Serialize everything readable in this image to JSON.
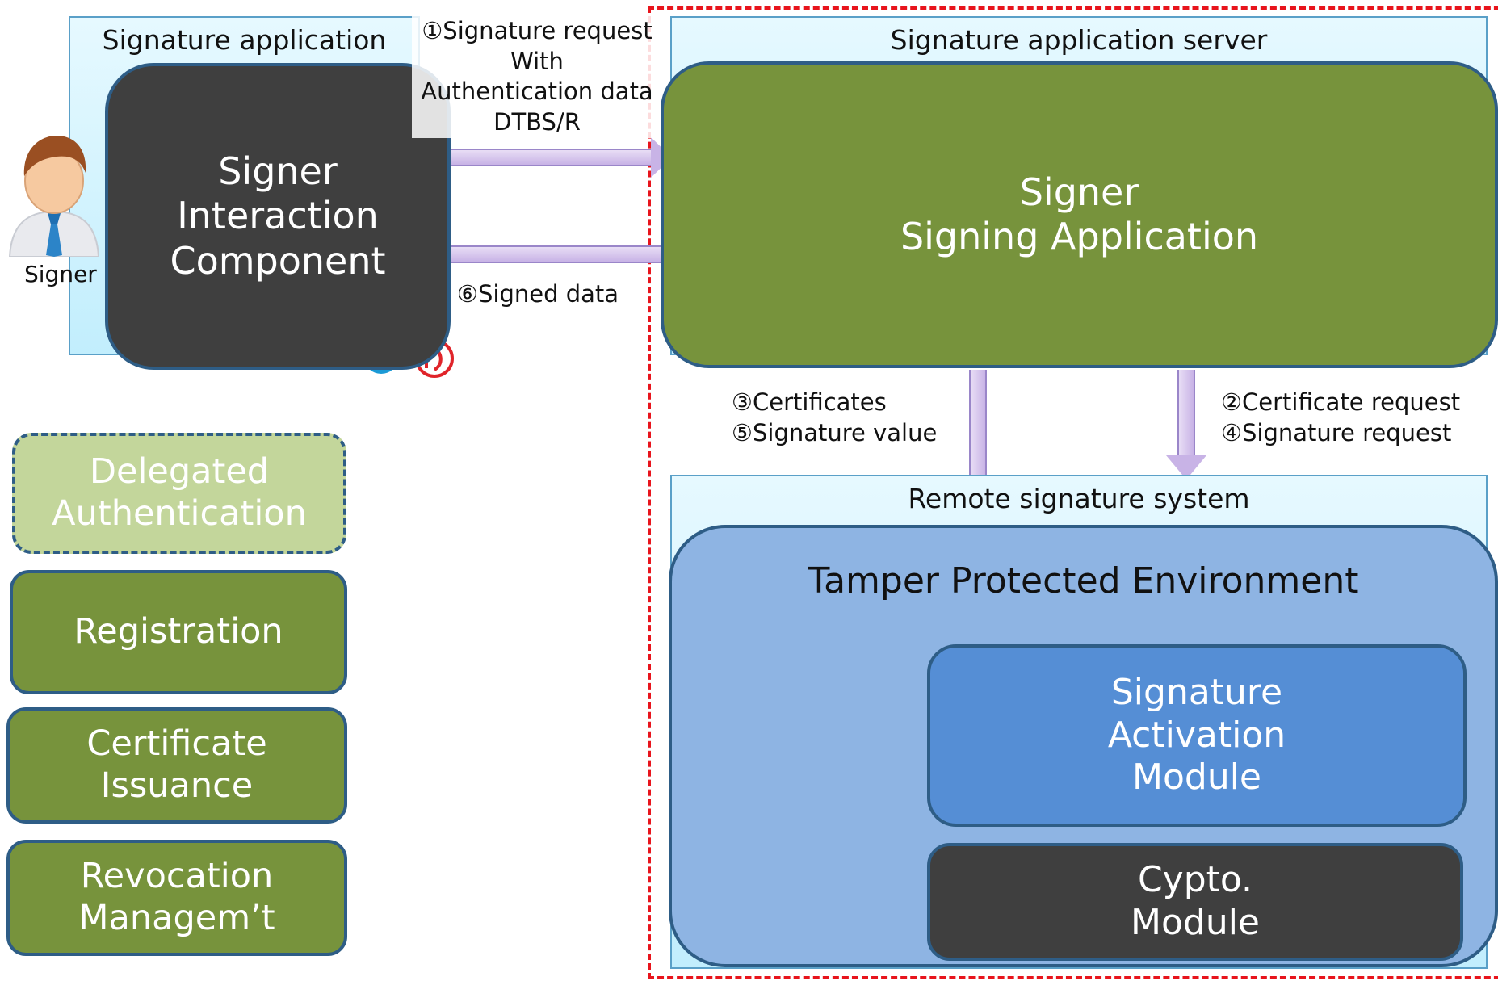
{
  "left_app": {
    "title": "Signature application",
    "component": "Signer\nInteraction\nComponent",
    "signer_label": "Signer"
  },
  "arrows": {
    "top_label": "①Signature request\nWith\nAuthentication data\nDTBS/R",
    "bottom_label": "⑥Signed data",
    "left_vertical_label": "③Certificates\n⑤Signature value",
    "right_vertical_label": "②Certificate request\n④Signature request"
  },
  "server": {
    "title": "Signature application server",
    "app": "Signer\nSigning Application"
  },
  "remote": {
    "title": "Remote signature system",
    "tpe": "Tamper Protected Environment",
    "sam": "Signature\nActivation\nModule",
    "crypto": "Cypto.\nModule"
  },
  "side": {
    "delegated": "Delegated\nAuthentication",
    "registration": "Registration",
    "issuance": "Certificate\nIssuance",
    "revocation": "Revocation\nManagem’t"
  },
  "colors": {
    "green": "#77933c",
    "dark": "#3f3f3f",
    "blue_env": "#8eb4e3",
    "blue_module": "#558ed5",
    "border_blue": "#2e5d86",
    "red_dashed": "#e8141c",
    "arrow_fill": "#c8b3e6"
  },
  "icons": [
    "signer-person-icon",
    "stamp-icon"
  ]
}
